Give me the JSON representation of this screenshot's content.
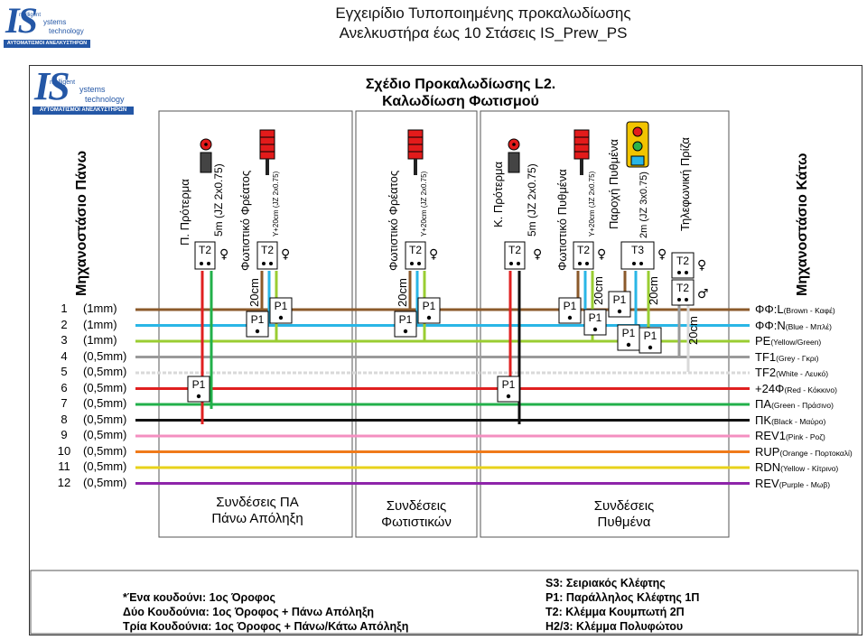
{
  "header": {
    "title_line1": "Εγχειρίδιο Τυποποιημένης προκαλωδίωσης",
    "title_line2": "Ανελκυστήρα έως 10 Στάσεις IS_Prew_PS"
  },
  "logo": {
    "initials": "IS",
    "word1": "ntelligent",
    "word2": "ystems",
    "word3": "technology",
    "tagline": "ΑΥΤΟΜΑΤΙΣΜΟΙ ΑΝΕΛΚΥΣΤΗΡΩΝ",
    "color": "#2457a6"
  },
  "plan": {
    "title_line1": "Σχέδιο Προκαλωδίωσης L2.",
    "title_line2": "Καλωδίωση Φωτισμού"
  },
  "sides": {
    "left": "Μηχανοστάσιο Πάνω",
    "right": "Μηχανοστάσιο Κάτω"
  },
  "wires": [
    {
      "num": "1",
      "size": "(1mm)",
      "label": "ΦΦ:L",
      "desc": "(Brown - Καφέ)",
      "color": "#8b5a2b"
    },
    {
      "num": "2",
      "size": "(1mm)",
      "label": "ΦΦ:N",
      "desc": "(Blue - Μπλέ)",
      "color": "#29b6e6"
    },
    {
      "num": "3",
      "size": "(1mm)",
      "label": "PE",
      "desc": "(Yellow/Green)",
      "color": "#9acd32"
    },
    {
      "num": "4",
      "size": "(0,5mm)",
      "label": "TF1",
      "desc": "(Grey - Γκρι)",
      "color": "#9a9a9a"
    },
    {
      "num": "5",
      "size": "(0,5mm)",
      "label": "TF2",
      "desc": "(White - Λευκό)",
      "color": "#d9d9d9"
    },
    {
      "num": "6",
      "size": "(0,5mm)",
      "label": "+24Φ",
      "desc": "(Red - Κόκκινο)",
      "color": "#e02020"
    },
    {
      "num": "7",
      "size": "(0,5mm)",
      "label": "ΠΑ",
      "desc": "(Green - Πράσινο)",
      "color": "#22b04a"
    },
    {
      "num": "8",
      "size": "(0,5mm)",
      "label": "ΠΚ",
      "desc": "(Black - Μαύρο)",
      "color": "#111111"
    },
    {
      "num": "9",
      "size": "(0,5mm)",
      "label": "REV1",
      "desc": "(Pink - Ροζ)",
      "color": "#f48fc0"
    },
    {
      "num": "10",
      "size": "(0,5mm)",
      "label": "RUP",
      "desc": "(Orange - Πορτοκαλί)",
      "color": "#f07a1a"
    },
    {
      "num": "11",
      "size": "(0,5mm)",
      "label": "RDN",
      "desc": "(Yellow - Κίτρινο)",
      "color": "#e8d21a"
    },
    {
      "num": "12",
      "size": "(0,5mm)",
      "label": "REV",
      "desc": "(Purple - Μωβ)",
      "color": "#8e24aa"
    }
  ],
  "components": {
    "p_proterma": "Π. Πρότερμα",
    "k_proterma": "Κ. Πρότερμα",
    "fotistiko_freatos": "Φωτιστικό Φρέατος",
    "fotistiko_pythmena": "Φωτιστικό Πυθμένα",
    "paroxi_pythmena": "Παροχή Πυθμένα",
    "tilefoniki_priza": "Τηλεφωνική Πρίζα",
    "cable_5m": "5m (JZ 2x0.75)",
    "cable_y20": "Y+20cm (JZ 2x0.75)",
    "cable_2m": "2m (JZ 3x0.75)",
    "len_20cm": "20cm",
    "t2": "T2",
    "t3": "T3",
    "p1": "P1",
    "female": "♀",
    "male": "♂"
  },
  "panels": {
    "left_line1": "Συνδέσεις ΠΑ",
    "left_line2": "Πάνω Απόληξη",
    "mid_line1": "Συνδέσεις",
    "mid_line2": "Φωτιστικών",
    "right_line1": "Συνδέσεις",
    "right_line2": "Πυθμένα"
  },
  "notes_left": [
    "*Ένα κουδούνι: 1ος Όροφος",
    "Δύο Κουδούνια: 1ος Όροφος + Πάνω Απόληξη",
    "Τρία Κουδούνια: 1ος Όροφος + Πάνω/Κάτω Απόληξη"
  ],
  "notes_right": [
    "S3: Σειριακός Κλέφτης",
    "P1: Παράλληλος Κλέφτης 1Π",
    "T2: Κλέμμα Κουμπωτή 2Π",
    "H2/3: Κλέμμα Πολυφώτου"
  ],
  "chart_data": {
    "type": "diagram",
    "nodes": [
      "Μηχανοστάσιο Πάνω",
      "Συνδέσεις ΠΑ Πάνω Απόληξη",
      "Συνδέσεις Φωτιστικών",
      "Συνδέσεις Πυθμένα",
      "Μηχανοστάσιο Κάτω"
    ],
    "bus_wires": 12
  }
}
